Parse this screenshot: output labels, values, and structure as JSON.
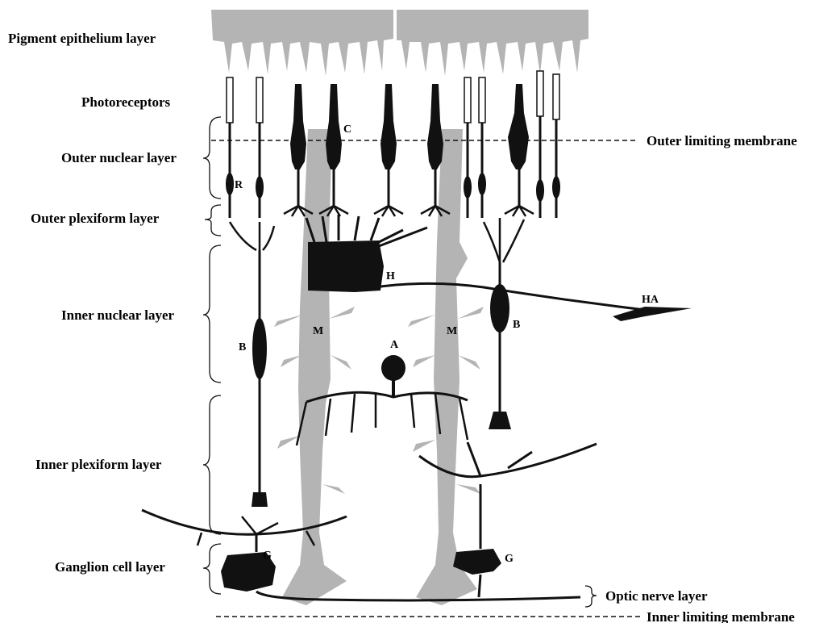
{
  "layers": {
    "pigment": "Pigment epithelium layer",
    "photoreceptors": "Photoreceptors",
    "outer_nuclear": "Outer nuclear layer",
    "outer_plexiform": "Outer plexiform layer",
    "inner_nuclear": "Inner nuclear layer",
    "inner_plexiform": "Inner plexiform layer",
    "ganglion": "Ganglion cell layer",
    "optic_nerve": "Optic nerve layer"
  },
  "membranes": {
    "outer": "Outer limiting membrane",
    "inner": "Inner limiting membrane"
  },
  "cells": {
    "cone": "C",
    "rod": "R",
    "horizontal": "H",
    "horizontal_axon": "HA",
    "muller_left": "M",
    "muller_right": "M",
    "amacrine": "A",
    "bipolar_left": "B",
    "bipolar_right": "B",
    "ganglion_left": "G",
    "ganglion_right": "G"
  },
  "colors": {
    "neuron": "#111111",
    "glia": "#b4b4b4",
    "text": "#000000"
  }
}
